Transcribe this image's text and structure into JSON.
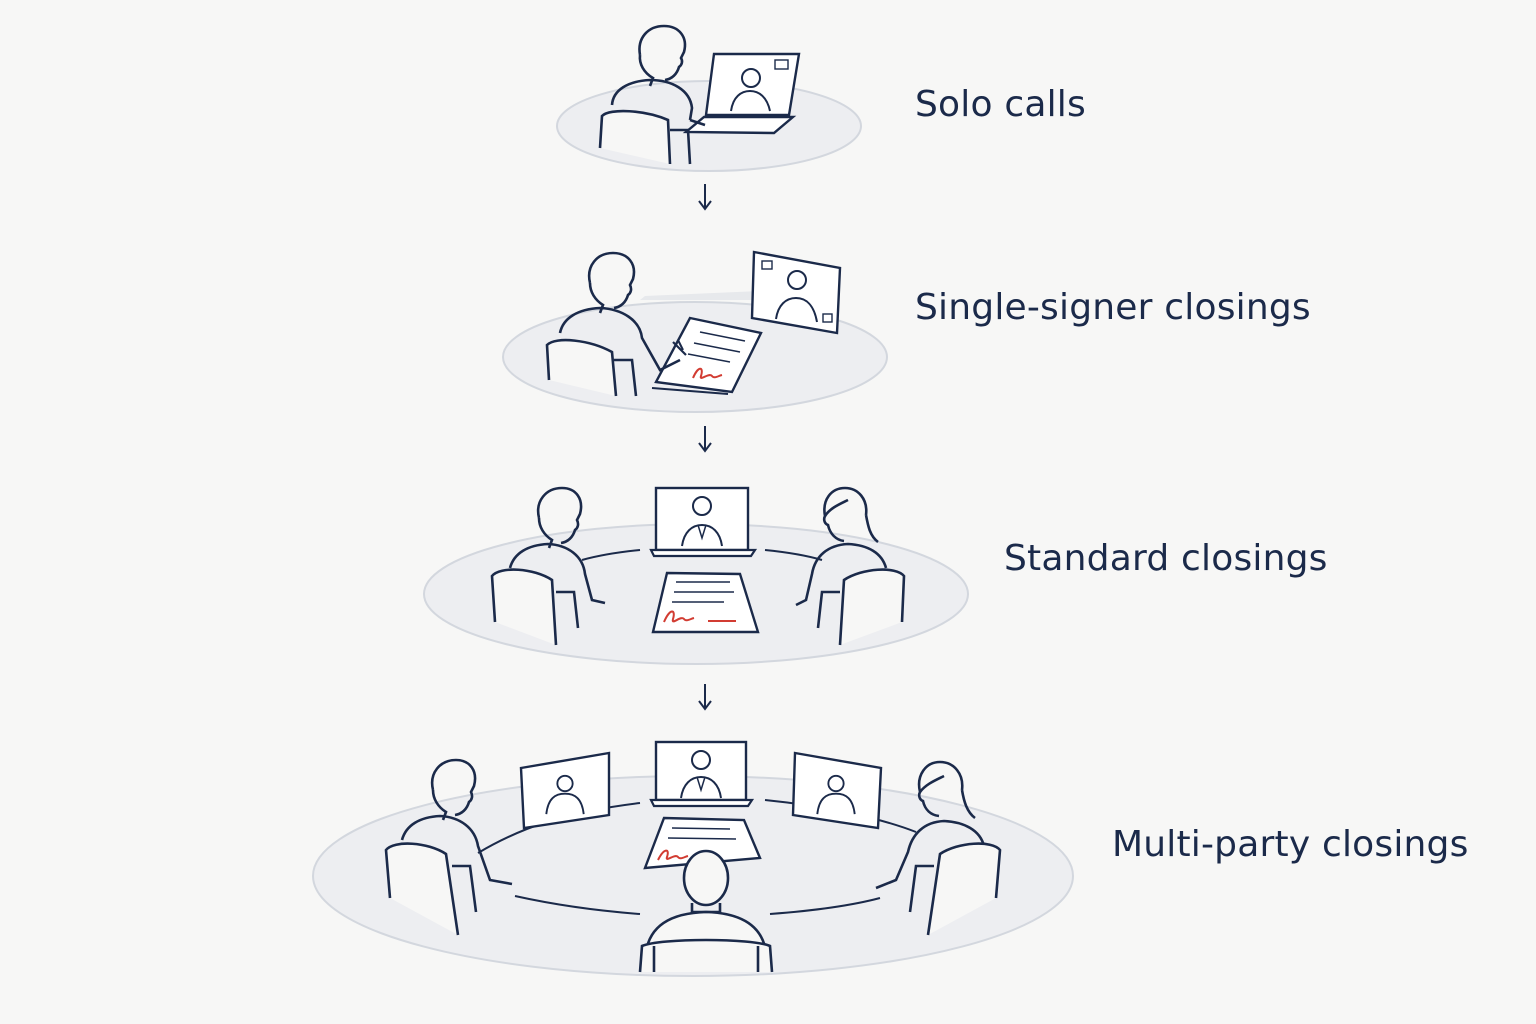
{
  "tiers": [
    {
      "label": "Solo calls",
      "illustration": "person-at-laptop-video-call"
    },
    {
      "label": "Single-signer closings",
      "illustration": "person-signing-document-with-video-screen"
    },
    {
      "label": "Standard closings",
      "illustration": "two-signers-one-video-screen-document"
    },
    {
      "label": "Multi-party closings",
      "illustration": "three-signers-three-video-screens-document"
    }
  ],
  "flow": {
    "connector": "down-arrow-icon"
  },
  "colors": {
    "ink": "#1b2a4a",
    "signature": "#d23c32",
    "table_fill": "#edeef1",
    "table_edge": "#d3d7de",
    "background": "#f7f7f6"
  }
}
